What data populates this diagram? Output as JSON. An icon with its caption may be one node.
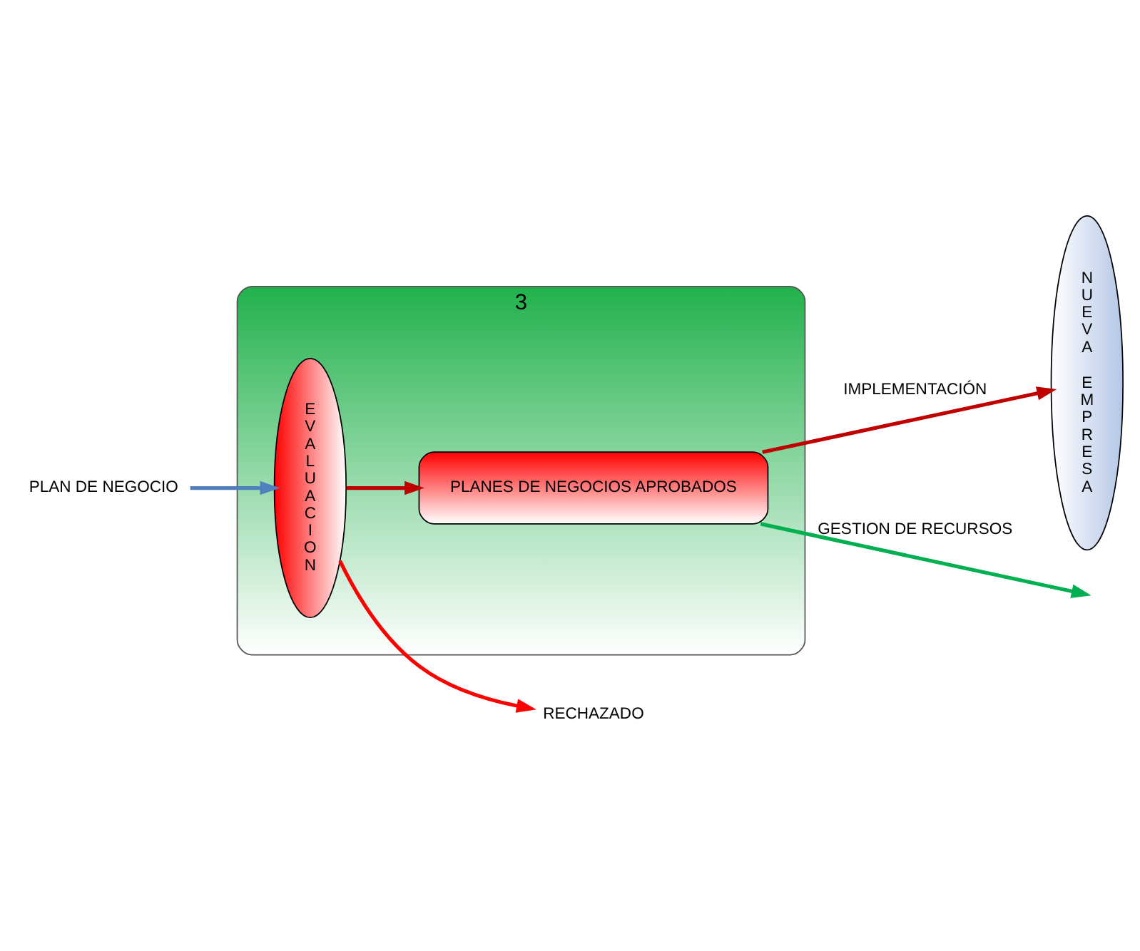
{
  "diagram": {
    "nodes": [
      {
        "text": [
          "3"
        ]
      },
      {
        "text": [
          "PLAN DE NEGOCIO"
        ]
      },
      {
        "text": [
          "EVALUACION"
        ],
        "in": 0
      },
      {
        "text": [
          "PLANES DE NEGOCIOS APROBADOS"
        ],
        "in": 0
      },
      {
        "text": [
          "RECHAZADO"
        ]
      },
      {
        "text": [
          "NUEVA EMPRESA"
        ]
      }
    ],
    "edges": [
      {
        "from": 1,
        "to": 2,
        "arrow": "to",
        "color": "#4f81bd"
      },
      {
        "from": 2,
        "to": 3,
        "arrow": "to",
        "color": "#c00000"
      },
      {
        "from": 2,
        "to": 4,
        "arrow": "to",
        "color": "#ff0000"
      },
      {
        "from": 3,
        "to": null,
        "arrow": "to",
        "color": "#00b050",
        "label": "GESTION DE RECURSOS"
      },
      {
        "from": 3,
        "to": 5,
        "arrow": "to",
        "color": "#c00000",
        "label": "IMPLEMENTACIÓN"
      }
    ]
  }
}
